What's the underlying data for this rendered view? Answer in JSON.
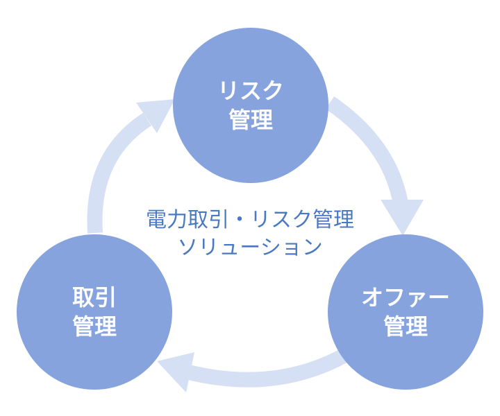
{
  "diagram": {
    "center": {
      "line1": "電力取引・リスク管理",
      "line2": "ソリューション"
    },
    "nodes": {
      "top": {
        "line1": "リスク",
        "line2": "管理"
      },
      "right": {
        "line1": "オファー",
        "line2": "管理"
      },
      "left": {
        "line1": "取引",
        "line2": "管理"
      }
    },
    "colors": {
      "node_fill": "#86a3de",
      "arrow_fill": "#d6e0f4",
      "center_text": "#4a79c3",
      "node_text": "#ffffff"
    }
  }
}
